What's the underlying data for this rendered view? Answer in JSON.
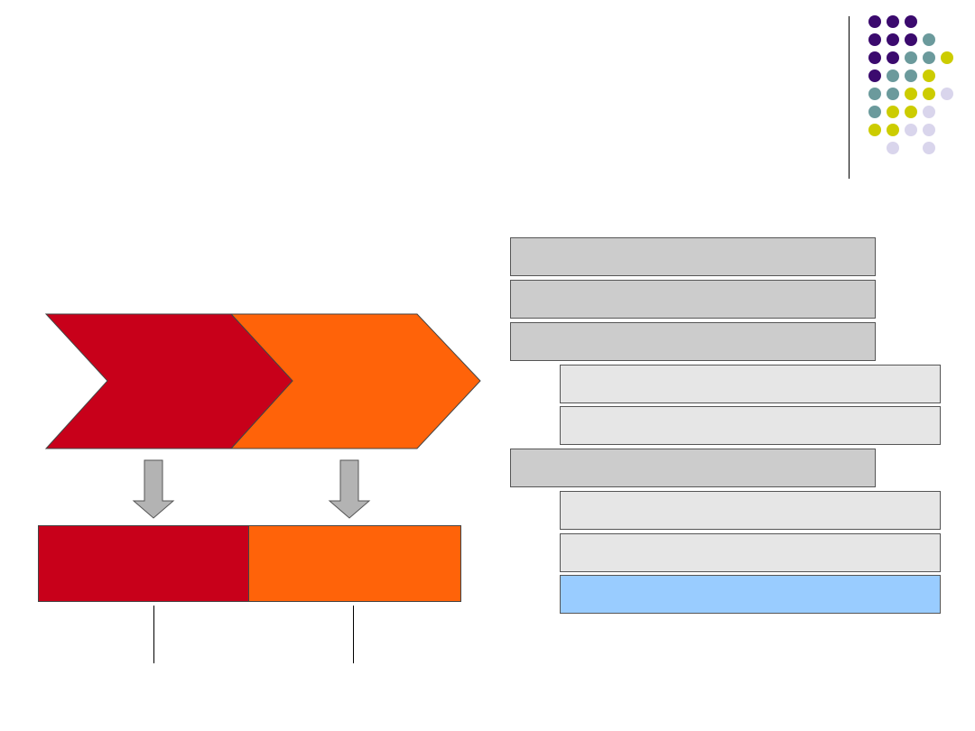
{
  "decoration": {
    "dot_colors": {
      "purple": "#3b0a6e",
      "teal": "#6b9a9c",
      "yellow": "#cccc00",
      "lavender": "#d9d5ec"
    },
    "dot_grid": [
      [
        "purple",
        "purple",
        "purple",
        null,
        null
      ],
      [
        "purple",
        "purple",
        "purple",
        "teal",
        null
      ],
      [
        "purple",
        "purple",
        "teal",
        "teal",
        "yellow"
      ],
      [
        "purple",
        "teal",
        "teal",
        "yellow",
        null
      ],
      [
        "teal",
        "teal",
        "yellow",
        "yellow",
        "lavender"
      ],
      [
        "teal",
        "yellow",
        "yellow",
        "lavender",
        null
      ],
      [
        "yellow",
        "yellow",
        "lavender",
        "lavender",
        null
      ],
      [
        null,
        "lavender",
        null,
        "lavender",
        null
      ]
    ]
  },
  "colors": {
    "red": "#c8001a",
    "orange": "#ff6309",
    "box_dark": "#cccccc",
    "box_light": "#e6e6e6",
    "box_blue": "#99ccff",
    "arrow_grey": "#b3b3b3"
  },
  "process": {
    "step1_label": "",
    "step2_label": ""
  },
  "result": {
    "left_label": "",
    "right_label": ""
  },
  "list": [
    {
      "level": 1,
      "style": "dark",
      "text": ""
    },
    {
      "level": 1,
      "style": "dark",
      "text": ""
    },
    {
      "level": 1,
      "style": "dark",
      "text": ""
    },
    {
      "level": 2,
      "style": "light",
      "text": ""
    },
    {
      "level": 2,
      "style": "light",
      "text": ""
    },
    {
      "level": 1,
      "style": "dark",
      "text": ""
    },
    {
      "level": 2,
      "style": "light",
      "text": ""
    },
    {
      "level": 2,
      "style": "light",
      "text": ""
    },
    {
      "level": 2,
      "style": "blue",
      "text": ""
    }
  ]
}
